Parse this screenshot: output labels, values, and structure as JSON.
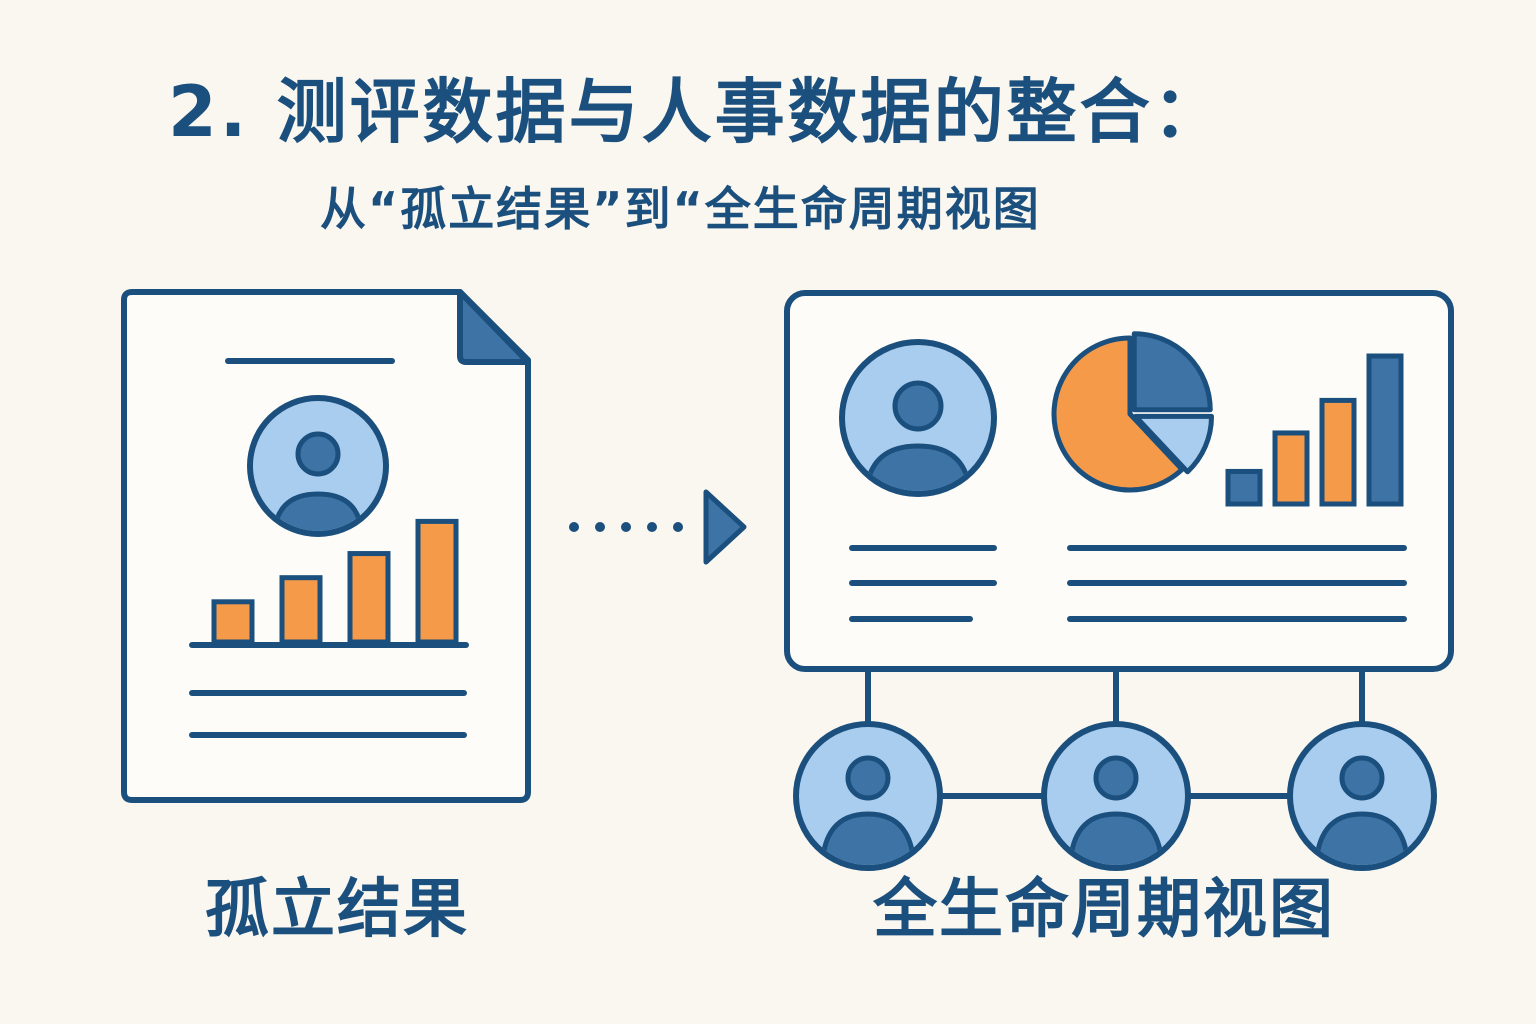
{
  "title": "2. 测评数据与人事数据的整合：",
  "subtitle": "从“孤立结果”到“全生命周期视图",
  "left_panel": {
    "caption": "孤立结果",
    "bar_levels": [
      0.3,
      0.48,
      0.66,
      0.9
    ]
  },
  "right_panel": {
    "caption": "全生命周期视图",
    "pie_slices": [
      0.62,
      0.25,
      0.13
    ],
    "bar_levels": [
      0.22,
      0.48,
      0.7,
      1.0
    ],
    "connected_people_count": 3
  },
  "colors": {
    "background": "#faf7f0",
    "navy": "#1b4f7d",
    "mid_blue": "#3e73a6",
    "light_blue": "#a9cdee",
    "orange": "#f59a48",
    "paper": "#fdfcf8"
  },
  "icons": {
    "arrow": "dotted-arrow-icon",
    "person": "person-icon",
    "document": "document-icon"
  }
}
